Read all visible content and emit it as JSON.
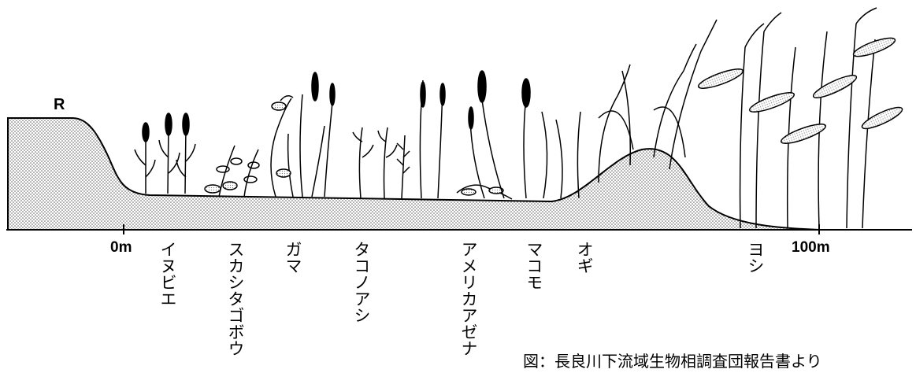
{
  "diagram": {
    "bank_label": "R",
    "distance_labels": [
      "0m",
      "100m"
    ],
    "species": [
      {
        "id": "inubie",
        "name": "イヌビエ"
      },
      {
        "id": "sukashitagobou",
        "name": "スカシタゴボウ"
      },
      {
        "id": "gama",
        "name": "ガマ"
      },
      {
        "id": "takonoashi",
        "name": "タコノアシ"
      },
      {
        "id": "amerikaazena",
        "name": "アメリカアゼナ"
      },
      {
        "id": "makomo",
        "name": "マコモ"
      },
      {
        "id": "ogi",
        "name": "オギ"
      },
      {
        "id": "yoshi",
        "name": "ヨシ"
      }
    ],
    "caption": "図：長良川下流域生物相調査団報告書より"
  }
}
